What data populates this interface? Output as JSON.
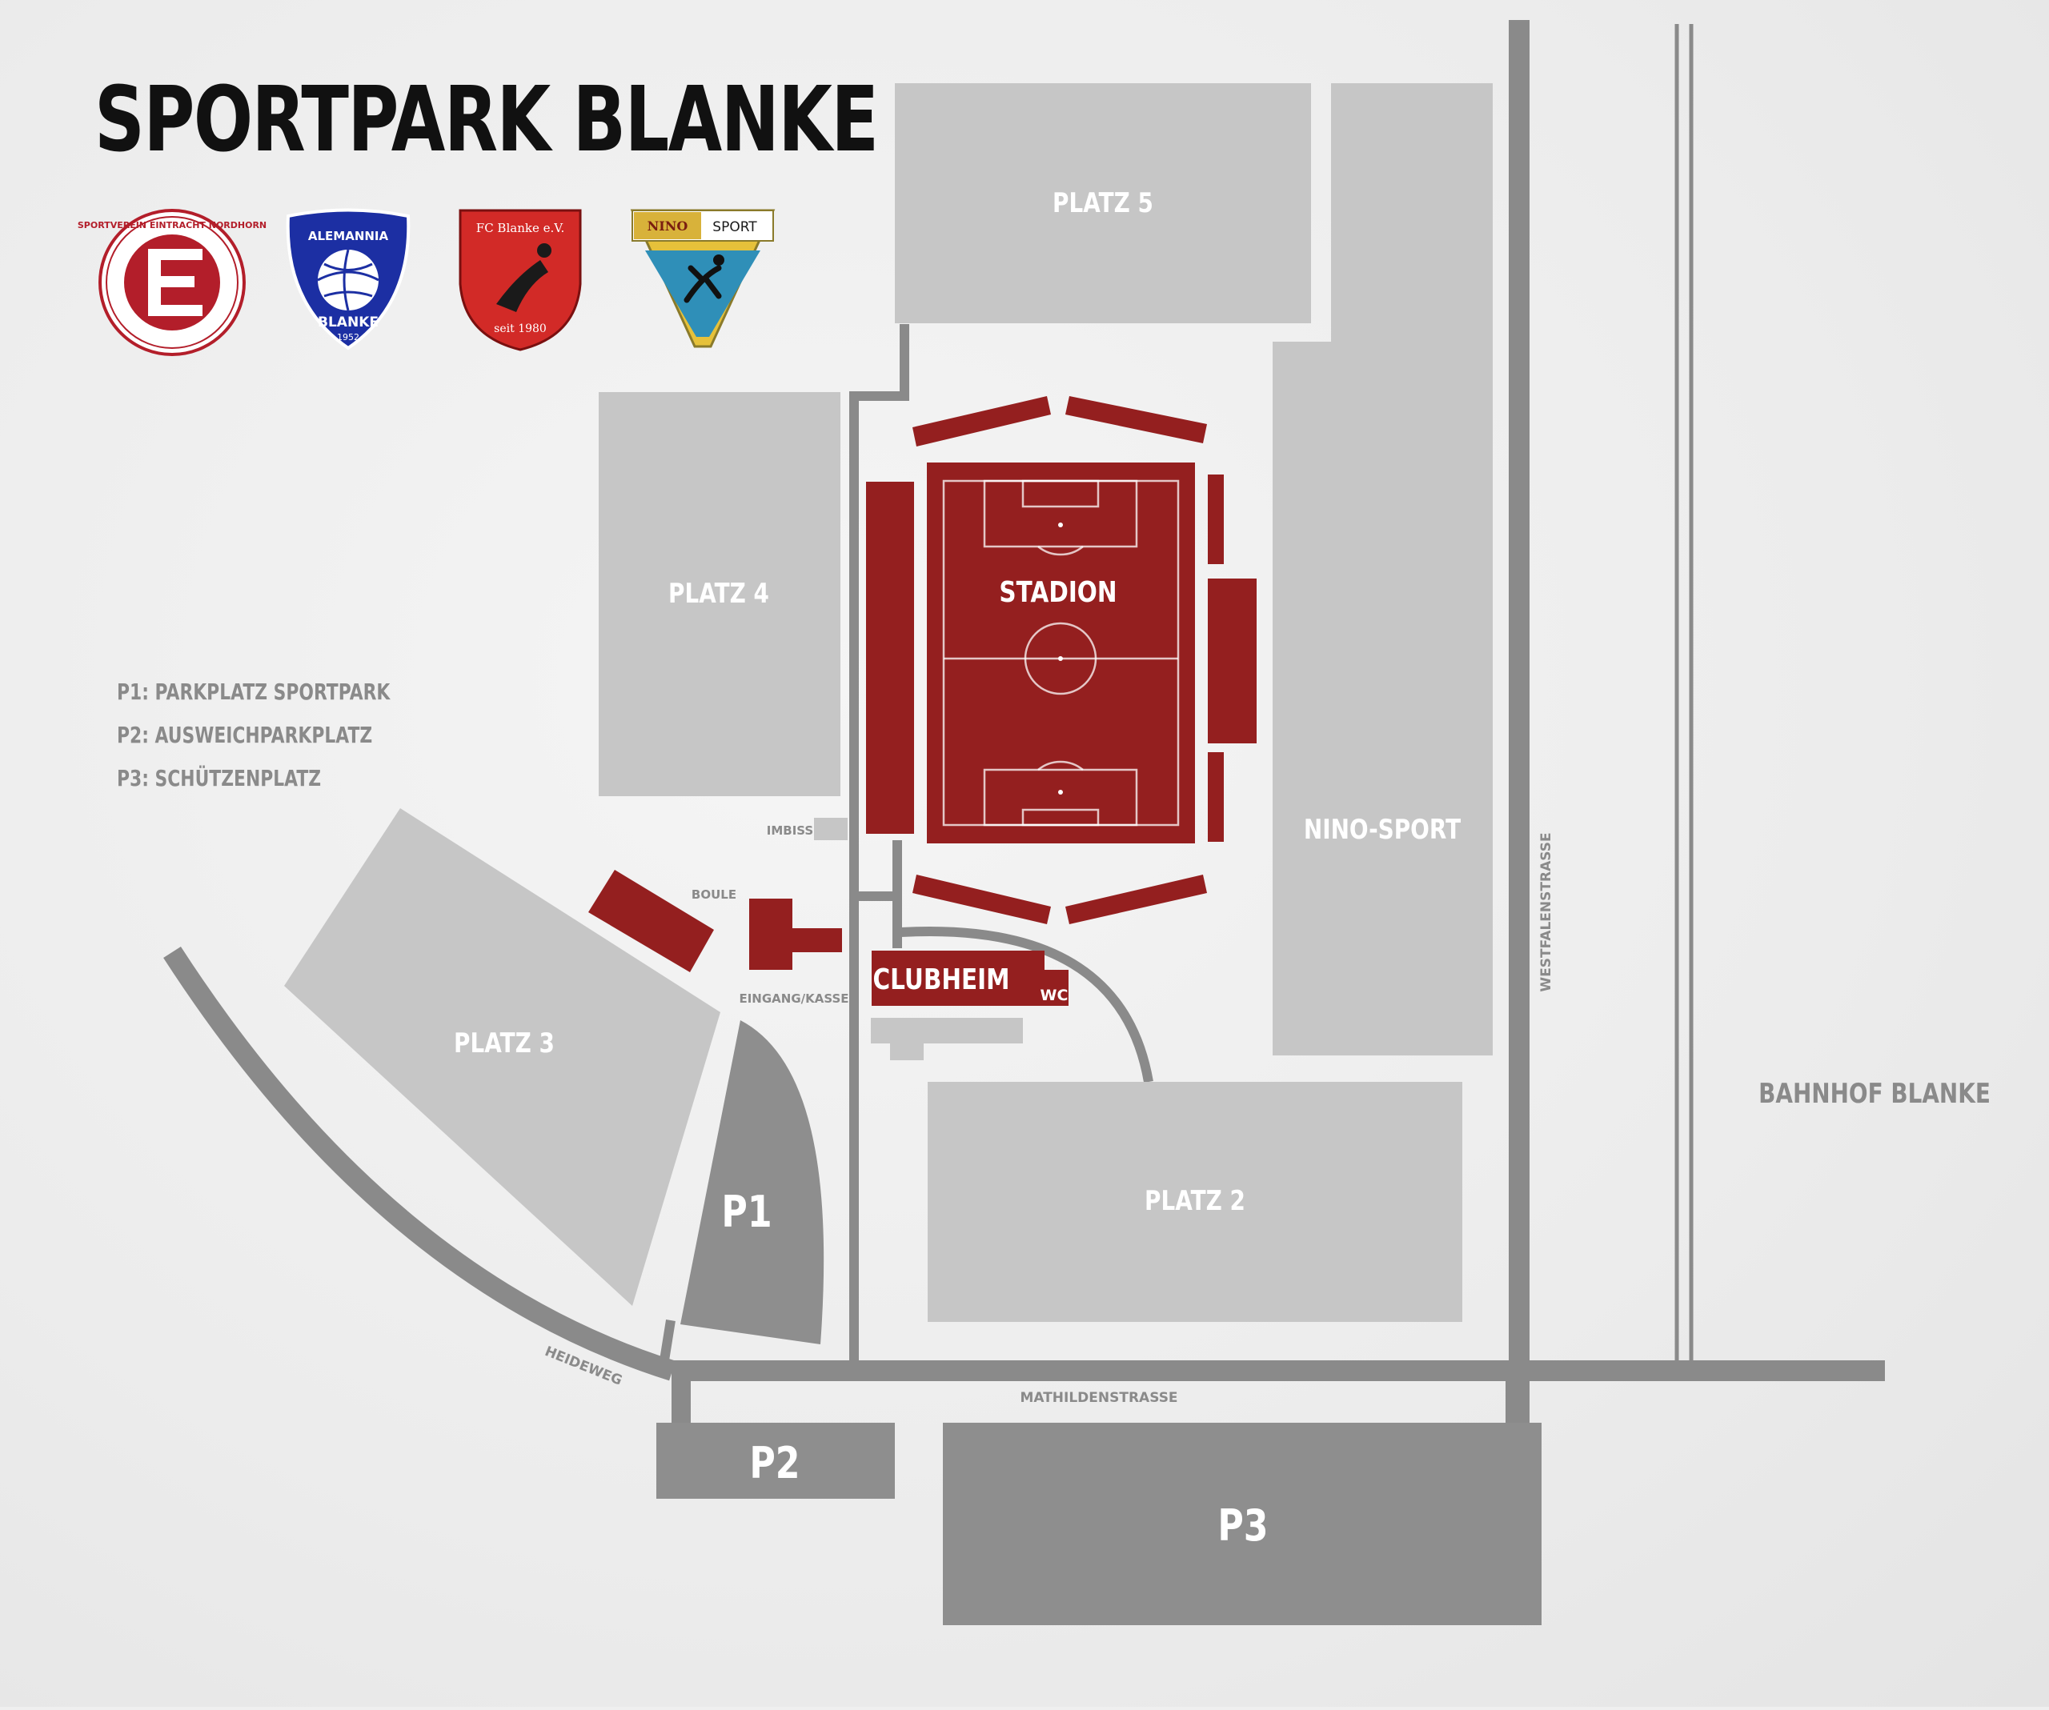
{
  "title": "SPORTPARK BLANKE",
  "legend": [
    "P1: PARKPLATZ SPORTPARK",
    "P2: AUSWEICHPARKPLATZ",
    "P3: SCHÜTZENPLATZ"
  ],
  "areas": {
    "platz5": "PLATZ 5",
    "platz4": "PLATZ 4",
    "platz3": "PLATZ 3",
    "platz2": "PLATZ 2",
    "stadion": "STADION",
    "nino_sport": "NINO-SPORT",
    "clubheim": "CLUBHEIM",
    "wc": "WC",
    "p1": "P1",
    "p2": "P2",
    "p3": "P3",
    "imbiss": "IMBISS",
    "boule": "BOULE",
    "eingang": "EINGANG/KASSE"
  },
  "streets": {
    "westfalenstrasse": "WESTFALENSTRASSE",
    "mathildenstrasse": "MATHILDENSTRASSE",
    "heideweg": "HEIDEWEG",
    "bahnhof": "BAHNHOF BLANKE"
  },
  "logos": {
    "eintracht_ring": "SPORTVEREIN EINTRACHT NORDHORN",
    "eintracht_letter": "E",
    "alemannia_top": "ALEMANNIA",
    "alemannia_bottom": "BLANKE",
    "alemannia_year": "1952",
    "fc_top": "FC Blanke e.V.",
    "fc_bottom": "seit 1980",
    "nino_brand": "NINO",
    "nino_sport": "SPORT"
  },
  "colors": {
    "accent_red": "#941f1f",
    "field_gray": "#c6c6c6",
    "parking_gray": "#8e8e8e",
    "road_gray": "#8a8a8a",
    "background": "#efefef"
  }
}
